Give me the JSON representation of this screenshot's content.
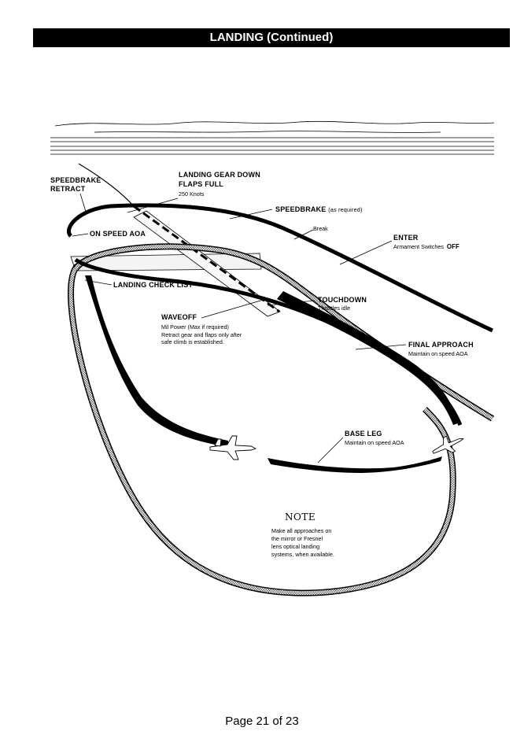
{
  "header": {
    "title": "LANDING (Continued)"
  },
  "diagram": {
    "labels": {
      "speedbrake_retract": "SPEEDBRAKE\nRETRACT",
      "gear_down_line1": "LANDING GEAR DOWN",
      "gear_down_line2": "FLAPS FULL",
      "gear_down_line3": "250 Knots",
      "speedbrake_as_required_main": "SPEEDBRAKE",
      "speedbrake_as_required_note": "(as required)",
      "break": "Break",
      "enter": "ENTER",
      "enter_note_main": "Armament Switches",
      "enter_note_off": "OFF",
      "on_speed_aoa": "ON SPEED AOA",
      "landing_check_list": "LANDING CHECK LIST",
      "touchdown": "TOUCHDOWN",
      "touchdown_note": "Throttles idle",
      "waveoff": "WAVEOFF",
      "waveoff_note": "Mil Power (Max if required)\nRetract gear and flaps only after\nsafe climb is established.",
      "final_approach": "FINAL APPROACH",
      "final_approach_note": "Maintain on speed AOA",
      "base_leg": "BASE LEG",
      "base_leg_note": "Maintain on speed AOA",
      "note_title": "NOTE",
      "note_body": "Make all approaches on\nthe mirror or Fresnel\nlens optical landing\nsystems, when available."
    }
  },
  "footer": {
    "page": "Page 21 of 23"
  }
}
